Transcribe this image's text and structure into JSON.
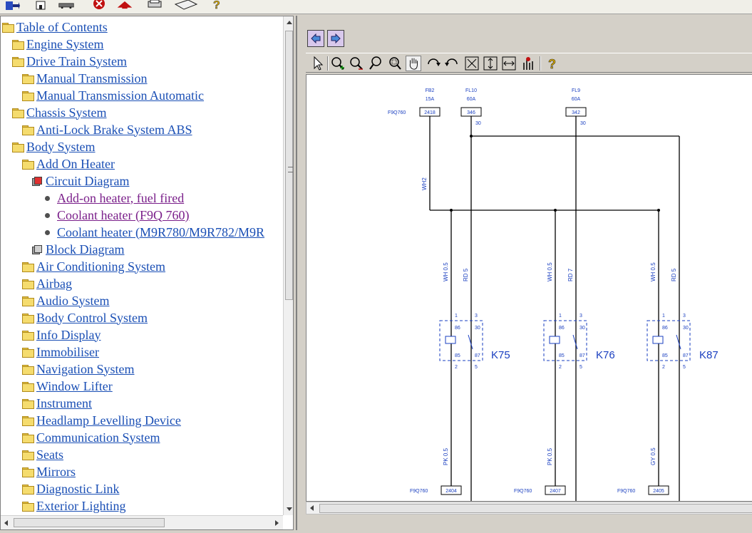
{
  "toolbar": {
    "icons": [
      "exit-icon",
      "home-icon",
      "vehicle-icon",
      "stop-icon",
      "up-arrow-icon",
      "print-icon",
      "book-icon",
      "help-icon"
    ]
  },
  "tree": {
    "items": [
      {
        "label": "Table of Contents",
        "level": 0,
        "icon": "folder-open",
        "visited": false
      },
      {
        "label": "Engine System",
        "level": 1,
        "icon": "folder",
        "visited": false
      },
      {
        "label": "Drive Train System",
        "level": 1,
        "icon": "folder-open",
        "visited": false
      },
      {
        "label": "Manual Transmission",
        "level": 2,
        "icon": "folder",
        "visited": false
      },
      {
        "label": "Manual Transmission Automatic",
        "level": 2,
        "icon": "folder",
        "visited": false
      },
      {
        "label": "Chassis System",
        "level": 1,
        "icon": "folder-open",
        "visited": false
      },
      {
        "label": "Anti-Lock Brake System ABS",
        "level": 2,
        "icon": "folder",
        "visited": false
      },
      {
        "label": "Body System",
        "level": 1,
        "icon": "folder-open",
        "visited": false
      },
      {
        "label": "Add On Heater",
        "level": 2,
        "icon": "folder-open",
        "visited": false
      },
      {
        "label": "Circuit Diagram",
        "level": 3,
        "icon": "book-red",
        "visited": false
      },
      {
        "label": "Add-on heater, fuel fired",
        "level": 4,
        "icon": "bullet",
        "visited": true
      },
      {
        "label": "Coolant heater (F9Q 760)",
        "level": 4,
        "icon": "bullet",
        "visited": true
      },
      {
        "label": "Coolant heater (M9R780/M9R782/M9R",
        "level": 4,
        "icon": "bullet",
        "visited": false
      },
      {
        "label": "Block Diagram",
        "level": 3,
        "icon": "book",
        "visited": false
      },
      {
        "label": "Air Conditioning System",
        "level": 2,
        "icon": "folder",
        "visited": false
      },
      {
        "label": "Airbag",
        "level": 2,
        "icon": "folder",
        "visited": false
      },
      {
        "label": "Audio System",
        "level": 2,
        "icon": "folder",
        "visited": false
      },
      {
        "label": "Body Control System",
        "level": 2,
        "icon": "folder",
        "visited": false
      },
      {
        "label": "Info Display",
        "level": 2,
        "icon": "folder",
        "visited": false
      },
      {
        "label": "Immobiliser",
        "level": 2,
        "icon": "folder",
        "visited": false
      },
      {
        "label": "Navigation System",
        "level": 2,
        "icon": "folder",
        "visited": false
      },
      {
        "label": "Window Lifter",
        "level": 2,
        "icon": "folder",
        "visited": false
      },
      {
        "label": "Instrument",
        "level": 2,
        "icon": "folder",
        "visited": false
      },
      {
        "label": "Headlamp Levelling Device",
        "level": 2,
        "icon": "folder",
        "visited": false
      },
      {
        "label": "Communication System",
        "level": 2,
        "icon": "folder",
        "visited": false
      },
      {
        "label": "Seats",
        "level": 2,
        "icon": "folder",
        "visited": false
      },
      {
        "label": "Mirrors",
        "level": 2,
        "icon": "folder",
        "visited": false
      },
      {
        "label": "Diagnostic Link",
        "level": 2,
        "icon": "folder",
        "visited": false
      },
      {
        "label": "Exterior Lighting",
        "level": 2,
        "icon": "folder",
        "visited": false
      }
    ]
  },
  "diagram_toolbar": {
    "icons": [
      "select-icon",
      "zoom-in-icon",
      "zoom-out-icon",
      "zoom-icon",
      "zoom-window-icon",
      "pan-icon",
      "rotate-cw-icon",
      "rotate-ccw-icon",
      "fit-all-icon",
      "fit-height-icon",
      "fit-width-icon",
      "highlight-icon",
      "help-icon"
    ]
  },
  "diagram": {
    "fuses": [
      {
        "name": "FB2",
        "rating": "15A",
        "connector": "2418"
      },
      {
        "name": "FL10",
        "rating": "60A",
        "connector": "346",
        "pin": "30"
      },
      {
        "name": "FL9",
        "rating": "60A",
        "connector": "342",
        "pin": "30"
      }
    ],
    "top_connector_prefix": "F9Q760",
    "feed_wire": "WH2",
    "relays": [
      {
        "name": "K75",
        "wire_left": "WH 0.5",
        "wire_right": "RD 5",
        "wire_bottom": "PK 0.5",
        "bottom_connector": "2404"
      },
      {
        "name": "K76",
        "wire_left": "WH 0.5",
        "wire_right": "RD 7",
        "wire_bottom": "PK 0.5",
        "bottom_connector": "2407"
      },
      {
        "name": "K87",
        "wire_left": "WH 0.5",
        "wire_right": "RD 5",
        "wire_bottom": "GY 0.5",
        "bottom_connector": "2405"
      }
    ],
    "relay_pins": {
      "p1": "1",
      "p3": "3",
      "p86": "86",
      "p30": "30",
      "p85": "85",
      "p87": "87",
      "p2": "2",
      "p5": "5"
    },
    "bottom_connector_prefix": "F9Q760"
  },
  "colors": {
    "link": "#1a4fb5",
    "visited": "#7a1f8a",
    "diagram": "#1a3fc0"
  }
}
